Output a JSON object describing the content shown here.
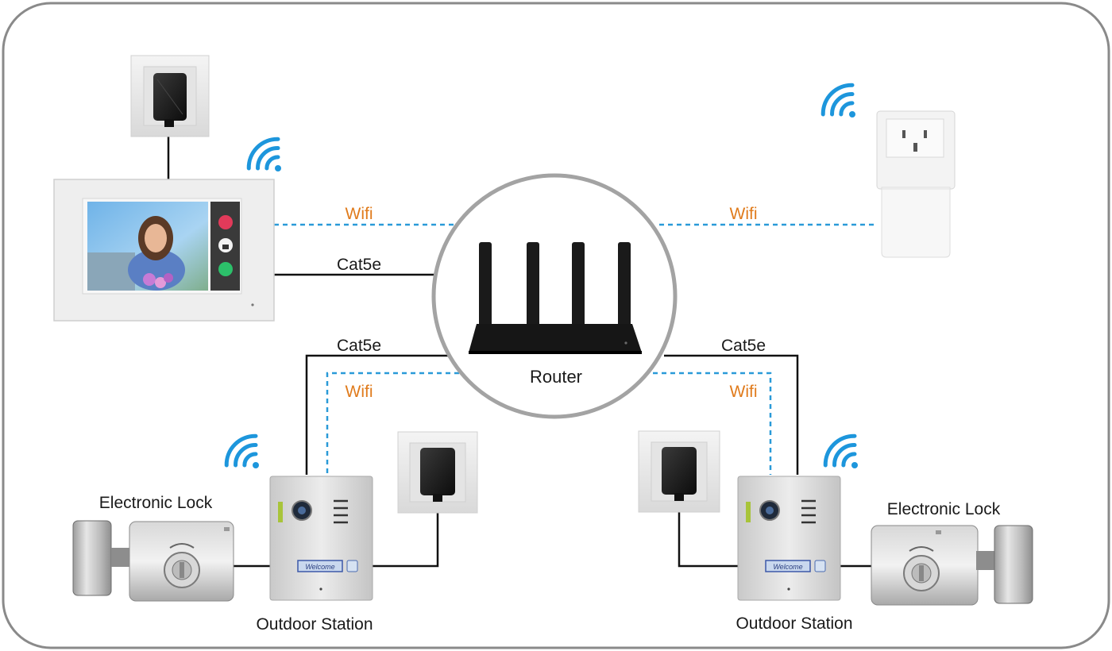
{
  "labels": {
    "wifi": "Wifi",
    "cat5e": "Cat5e",
    "router": "Router",
    "electronic_lock": "Electronic Lock",
    "outdoor_station": "Outdoor Station",
    "panel_plate": "Welcome"
  },
  "colors": {
    "frame": "#8a8a8a",
    "wifi_line": "#2a9ad8",
    "wifi_label": "#e07b1c",
    "wire": "#111111",
    "wifi_icon": "#1d96dc",
    "text": "#1a1a1a"
  },
  "icons": [
    "wifi-icon",
    "power-adapter-icon",
    "router-icon",
    "electronic-lock-icon",
    "outdoor-station-icon",
    "indoor-monitor-icon",
    "wifi-repeater-plug-icon",
    "hangup-icon",
    "unlock-icon",
    "answer-icon"
  ]
}
